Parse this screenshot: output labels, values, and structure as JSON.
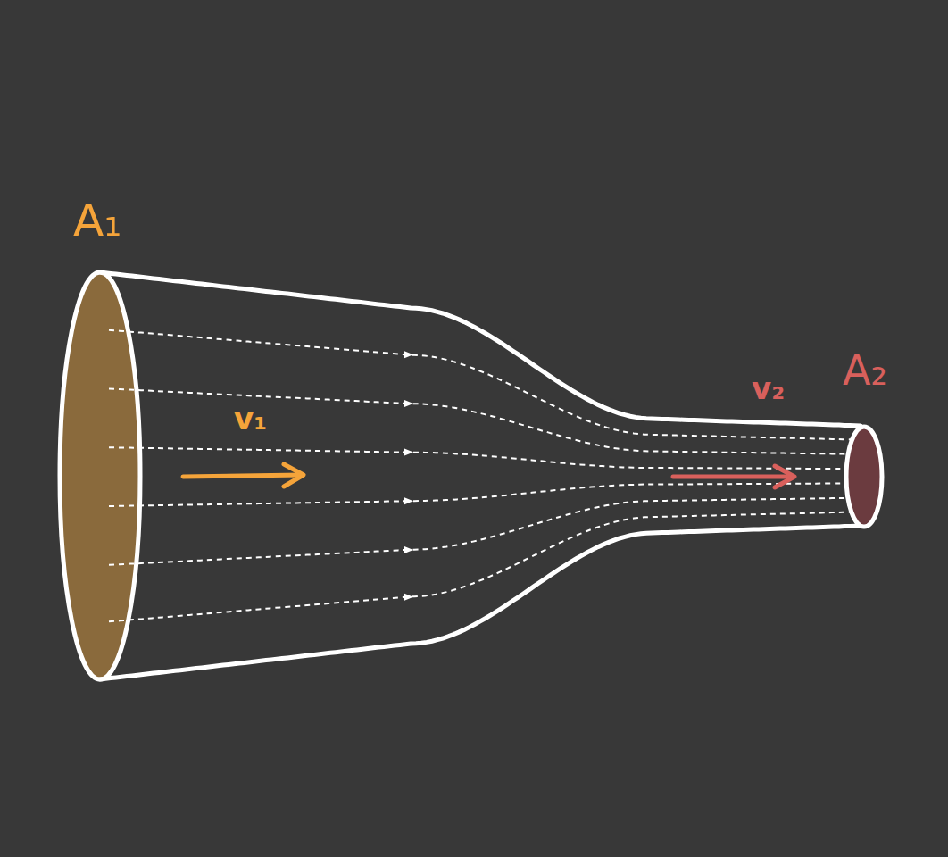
{
  "diagram": {
    "labels": [
      "A₁",
      "v₁",
      "v₂",
      "A₂"
    ]
  }
}
